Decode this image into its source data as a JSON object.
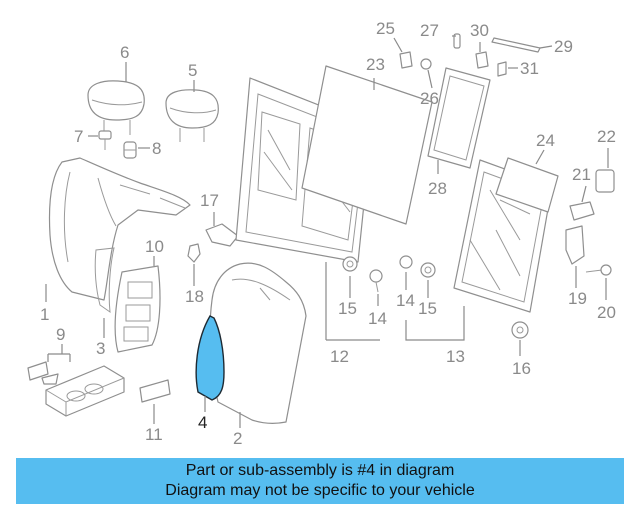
{
  "diagram": {
    "highlight_color": "#56bdf0",
    "callouts": {
      "c1": "1",
      "c2": "2",
      "c3": "3",
      "c4": "4",
      "c5": "5",
      "c6": "6",
      "c7": "7",
      "c8": "8",
      "c9": "9",
      "c10": "10",
      "c11": "11",
      "c12": "12",
      "c13": "13",
      "c14a": "14",
      "c14b": "14",
      "c15a": "15",
      "c15b": "15",
      "c16": "16",
      "c17": "17",
      "c18": "18",
      "c19": "19",
      "c20": "20",
      "c21": "21",
      "c22": "22",
      "c23": "23",
      "c24": "24",
      "c25": "25",
      "c26": "26",
      "c27": "27",
      "c28": "28",
      "c29": "29",
      "c30": "30",
      "c31": "31"
    }
  },
  "banner": {
    "line1": "Part or sub-assembly is #4 in diagram",
    "line2": "Diagram may not be specific to your vehicle"
  }
}
